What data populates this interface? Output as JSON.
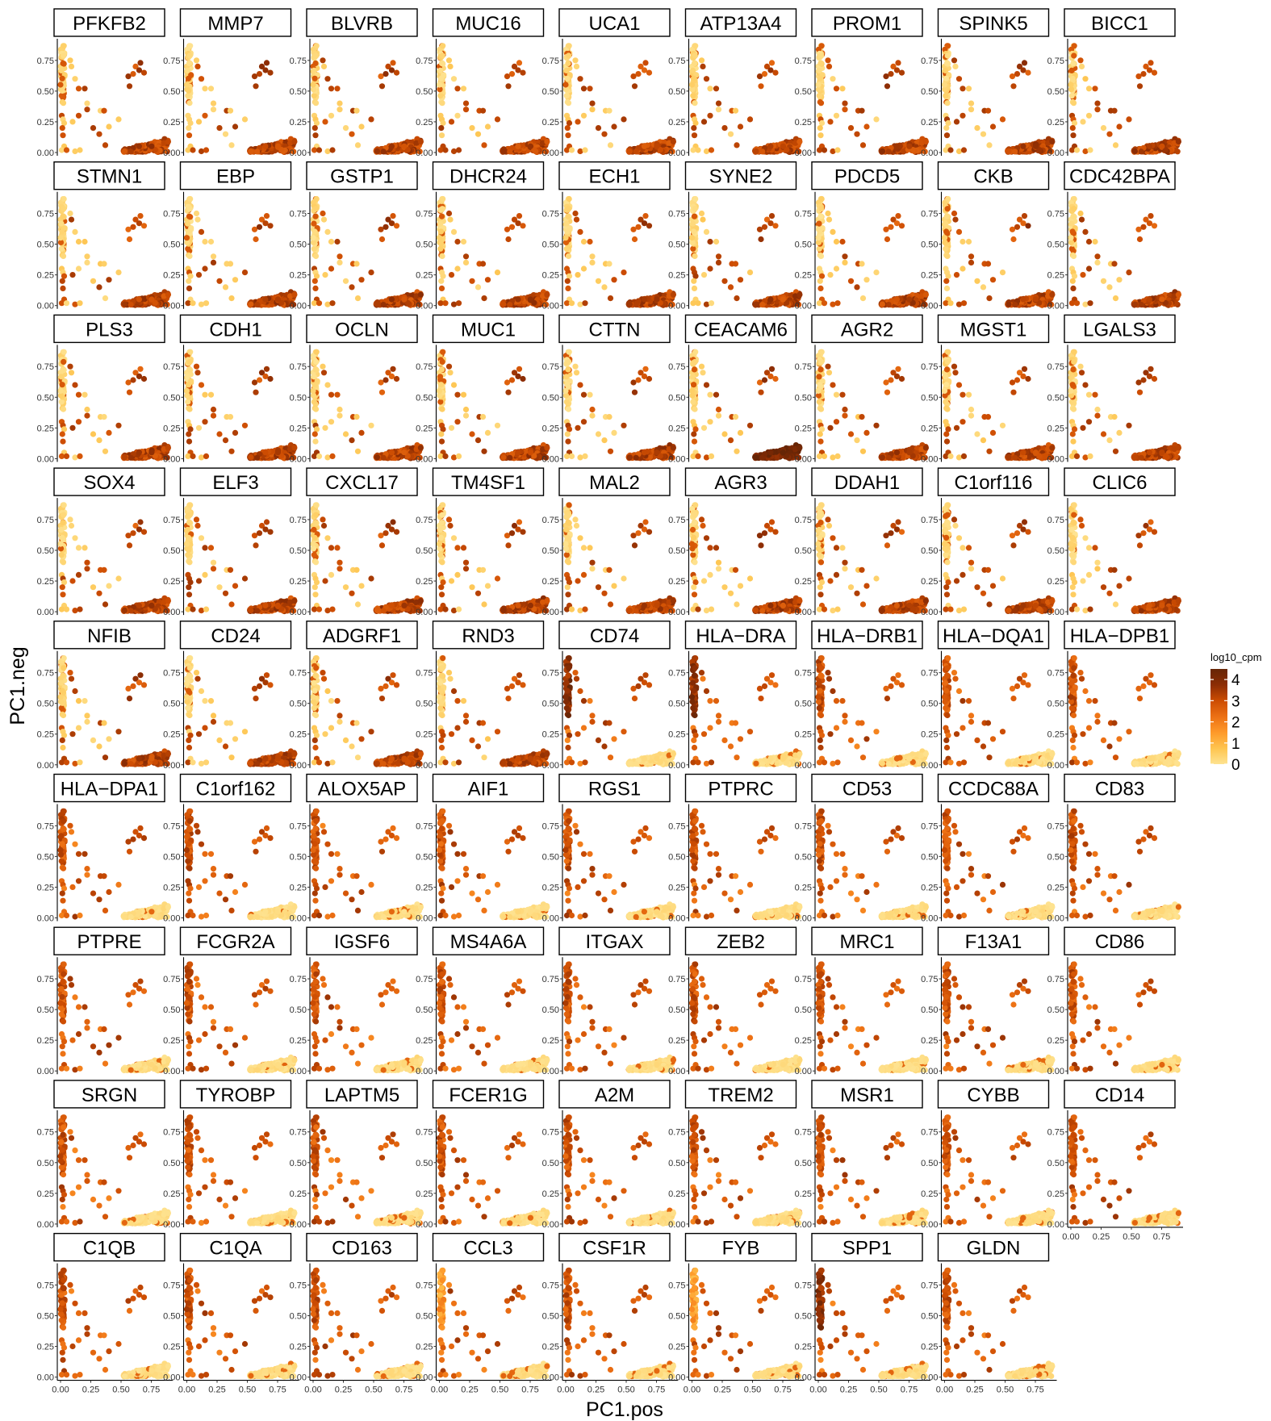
{
  "chart_data": {
    "type": "scatter",
    "layout": "facet-grid",
    "ncol": 9,
    "xlabel": "PC1.pos",
    "ylabel": "PC1.neg",
    "xlim": [
      0,
      0.9
    ],
    "ylim": [
      0,
      0.9
    ],
    "xticks": [
      "0.00",
      "0.25",
      "0.50",
      "0.75"
    ],
    "yticks": [
      "0.00",
      "0.25",
      "0.50",
      "0.75"
    ],
    "legend": {
      "title": "log10_cpm",
      "position": "right",
      "range": [
        0,
        4.5
      ],
      "ticks": [
        "0",
        "1",
        "2",
        "3",
        "4"
      ],
      "colors": [
        "#fee391",
        "#fec44f",
        "#fe9929",
        "#ec7014",
        "#cc4c02",
        "#8c2d04",
        "#662506"
      ]
    },
    "grid": false,
    "panels": [
      {
        "gene": "PFKFB2",
        "pattern": "epi"
      },
      {
        "gene": "MMP7",
        "pattern": "epi"
      },
      {
        "gene": "BLVRB",
        "pattern": "epi"
      },
      {
        "gene": "MUC16",
        "pattern": "epi"
      },
      {
        "gene": "UCA1",
        "pattern": "epi"
      },
      {
        "gene": "ATP13A4",
        "pattern": "epi"
      },
      {
        "gene": "PROM1",
        "pattern": "epi"
      },
      {
        "gene": "SPINK5",
        "pattern": "epi"
      },
      {
        "gene": "BICC1",
        "pattern": "epi"
      },
      {
        "gene": "STMN1",
        "pattern": "epi"
      },
      {
        "gene": "EBP",
        "pattern": "epi"
      },
      {
        "gene": "GSTP1",
        "pattern": "epi"
      },
      {
        "gene": "DHCR24",
        "pattern": "epi"
      },
      {
        "gene": "ECH1",
        "pattern": "epi"
      },
      {
        "gene": "SYNE2",
        "pattern": "epi"
      },
      {
        "gene": "PDCD5",
        "pattern": "epi"
      },
      {
        "gene": "CKB",
        "pattern": "epi"
      },
      {
        "gene": "CDC42BPA",
        "pattern": "epi"
      },
      {
        "gene": "PLS3",
        "pattern": "epi"
      },
      {
        "gene": "CDH1",
        "pattern": "epi"
      },
      {
        "gene": "OCLN",
        "pattern": "epi"
      },
      {
        "gene": "MUC1",
        "pattern": "epi"
      },
      {
        "gene": "CTTN",
        "pattern": "epi"
      },
      {
        "gene": "CEACAM6",
        "pattern": "epi-high"
      },
      {
        "gene": "AGR2",
        "pattern": "epi"
      },
      {
        "gene": "MGST1",
        "pattern": "epi"
      },
      {
        "gene": "LGALS3",
        "pattern": "epi"
      },
      {
        "gene": "SOX4",
        "pattern": "epi"
      },
      {
        "gene": "ELF3",
        "pattern": "epi"
      },
      {
        "gene": "CXCL17",
        "pattern": "epi"
      },
      {
        "gene": "TM4SF1",
        "pattern": "epi"
      },
      {
        "gene": "MAL2",
        "pattern": "epi"
      },
      {
        "gene": "AGR3",
        "pattern": "epi"
      },
      {
        "gene": "DDAH1",
        "pattern": "epi"
      },
      {
        "gene": "C1orf116",
        "pattern": "epi"
      },
      {
        "gene": "CLIC6",
        "pattern": "epi"
      },
      {
        "gene": "NFIB",
        "pattern": "epi"
      },
      {
        "gene": "CD24",
        "pattern": "epi"
      },
      {
        "gene": "ADGRF1",
        "pattern": "epi"
      },
      {
        "gene": "RND3",
        "pattern": "epi"
      },
      {
        "gene": "CD74",
        "pattern": "imm-high"
      },
      {
        "gene": "HLA−DRA",
        "pattern": "imm-high"
      },
      {
        "gene": "HLA−DRB1",
        "pattern": "imm"
      },
      {
        "gene": "HLA−DQA1",
        "pattern": "imm"
      },
      {
        "gene": "HLA−DPB1",
        "pattern": "imm"
      },
      {
        "gene": "HLA−DPA1",
        "pattern": "imm"
      },
      {
        "gene": "C1orf162",
        "pattern": "imm"
      },
      {
        "gene": "ALOX5AP",
        "pattern": "imm"
      },
      {
        "gene": "AIF1",
        "pattern": "imm"
      },
      {
        "gene": "RGS1",
        "pattern": "imm"
      },
      {
        "gene": "PTPRC",
        "pattern": "imm"
      },
      {
        "gene": "CD53",
        "pattern": "imm"
      },
      {
        "gene": "CCDC88A",
        "pattern": "imm"
      },
      {
        "gene": "CD83",
        "pattern": "imm"
      },
      {
        "gene": "PTPRE",
        "pattern": "imm"
      },
      {
        "gene": "FCGR2A",
        "pattern": "imm"
      },
      {
        "gene": "IGSF6",
        "pattern": "imm"
      },
      {
        "gene": "MS4A6A",
        "pattern": "imm"
      },
      {
        "gene": "ITGAX",
        "pattern": "imm"
      },
      {
        "gene": "ZEB2",
        "pattern": "imm"
      },
      {
        "gene": "MRC1",
        "pattern": "imm"
      },
      {
        "gene": "F13A1",
        "pattern": "imm"
      },
      {
        "gene": "CD86",
        "pattern": "imm"
      },
      {
        "gene": "SRGN",
        "pattern": "imm"
      },
      {
        "gene": "TYROBP",
        "pattern": "imm"
      },
      {
        "gene": "LAPTM5",
        "pattern": "imm"
      },
      {
        "gene": "FCER1G",
        "pattern": "imm"
      },
      {
        "gene": "A2M",
        "pattern": "imm"
      },
      {
        "gene": "TREM2",
        "pattern": "imm"
      },
      {
        "gene": "MSR1",
        "pattern": "imm"
      },
      {
        "gene": "CYBB",
        "pattern": "imm"
      },
      {
        "gene": "CD14",
        "pattern": "imm"
      },
      {
        "gene": "C1QB",
        "pattern": "imm"
      },
      {
        "gene": "C1QA",
        "pattern": "imm"
      },
      {
        "gene": "CD163",
        "pattern": "imm"
      },
      {
        "gene": "CCL3",
        "pattern": "imm-low"
      },
      {
        "gene": "CSF1R",
        "pattern": "imm"
      },
      {
        "gene": "FYB",
        "pattern": "imm-low"
      },
      {
        "gene": "SPP1",
        "pattern": "imm-high"
      },
      {
        "gene": "GLDN",
        "pattern": "imm"
      }
    ]
  }
}
